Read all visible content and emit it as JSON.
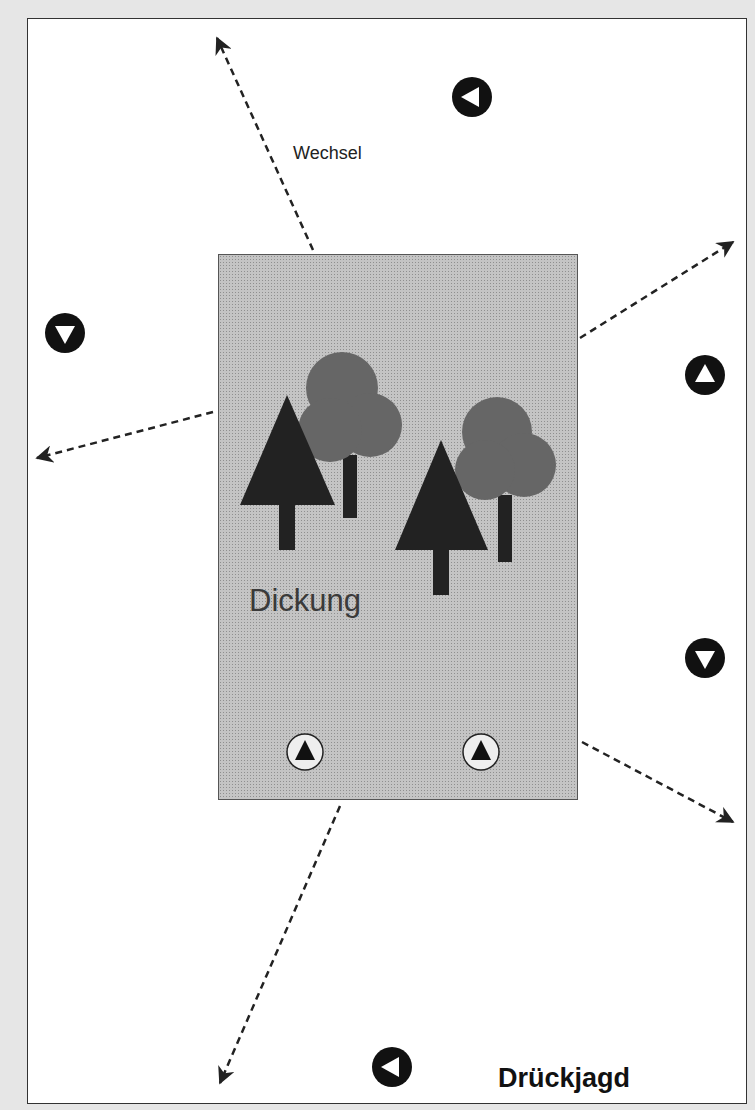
{
  "diagram": {
    "title": "Drückjagd",
    "nodes": [
      {
        "text": [
          "Dickung"
        ]
      }
    ],
    "labels": [
      "Wechsel"
    ]
  }
}
